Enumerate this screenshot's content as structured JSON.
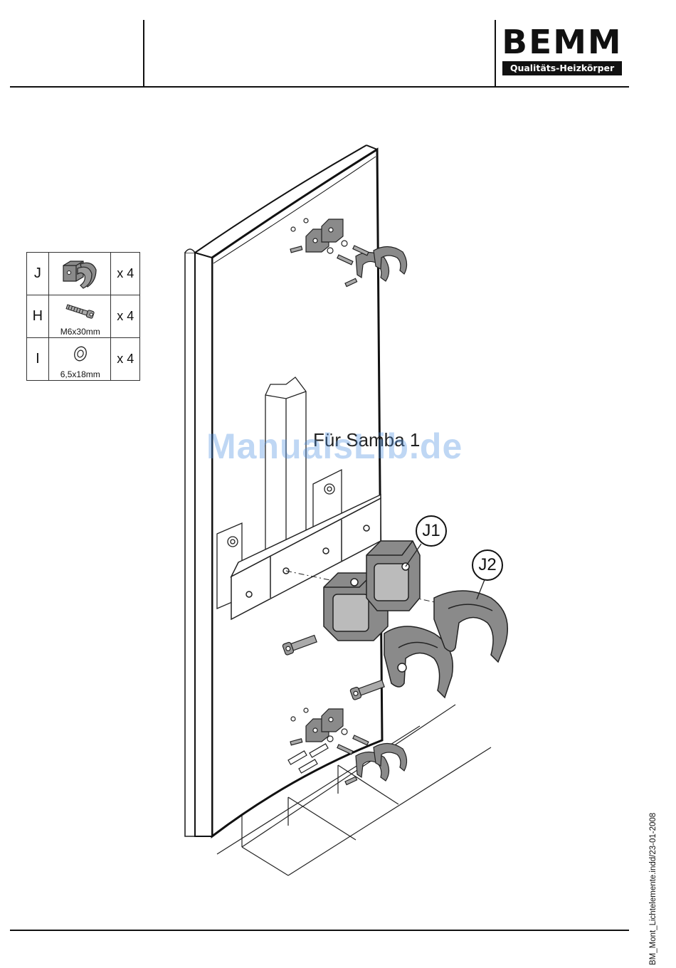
{
  "header": {
    "logo_word": "BEMM",
    "logo_tagline": "Qualitäts-Heizkörper"
  },
  "parts_table": [
    {
      "letter": "J",
      "item": "bracket-clamp",
      "size": "",
      "qty": "x 4"
    },
    {
      "letter": "H",
      "item": "screw",
      "size": "M6x30mm",
      "qty": "x 4"
    },
    {
      "letter": "I",
      "item": "washer",
      "size": "6,5x18mm",
      "qty": "x 4"
    }
  ],
  "drawing": {
    "panel_label": "Für Samba 1",
    "callouts": [
      "J1",
      "J2"
    ]
  },
  "watermark": "ManualsLib.de",
  "footer": {
    "file_ref": "BM_Mont_Lichtelemente.indd/23-01-2008"
  },
  "colors": {
    "line": "#111111",
    "part_fill": "#8a8a8a",
    "watermark": "#4a90e2"
  }
}
